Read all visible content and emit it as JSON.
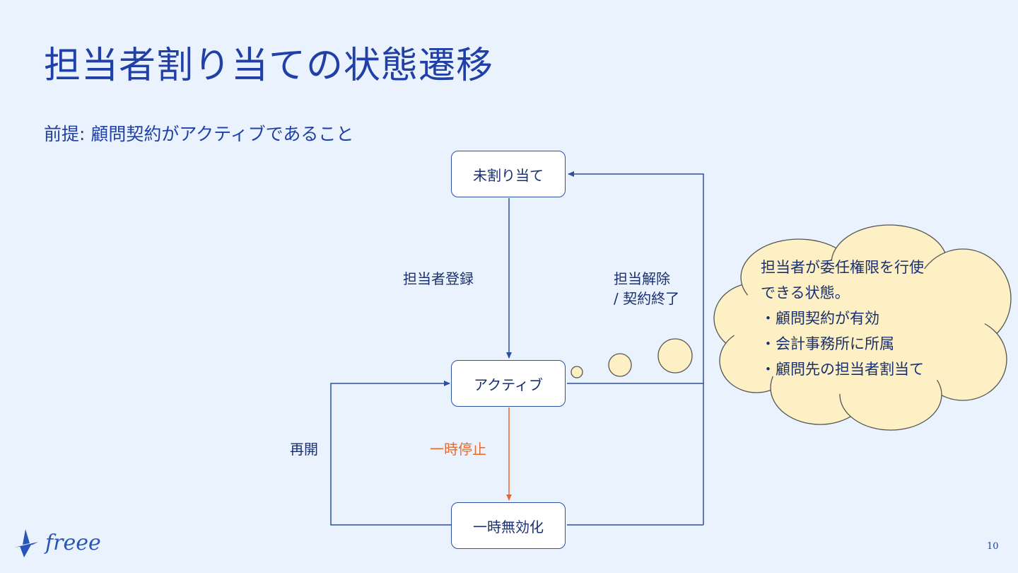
{
  "slide": {
    "title": "担当者割り当ての状態遷移",
    "premise": "前提: 顧問契約がアクティブであること",
    "page_number": "10"
  },
  "states": {
    "unassigned": "未割り当て",
    "active": "アクティブ",
    "suspended": "一時無効化"
  },
  "transitions": {
    "assign": "担当者登録",
    "release_line1": "担当解除",
    "release_line2": "/ 契約終了",
    "pause": "一時停止",
    "resume": "再開"
  },
  "note": {
    "line1": "担当者が委任権限を行使",
    "line2": "できる状態。",
    "line3": "・顧問契約が有効",
    "line4": "・会計事務所に所属",
    "line5": "・顧問先の担当者割当て"
  },
  "logo": {
    "text": "freee"
  },
  "colors": {
    "background": "#eaf3fd",
    "primary": "#2040a8",
    "arrow": "#2d50a0",
    "pause_arrow": "#e8692e",
    "cloud_fill": "#fdf0c4"
  }
}
